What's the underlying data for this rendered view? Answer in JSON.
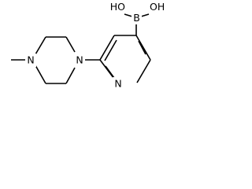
{
  "structure": {
    "labels": {
      "methyl_n": "N",
      "ring_n": "N",
      "pyridine_n": "N",
      "boron": "B",
      "hydroxyl_1": "HO",
      "hydroxyl_2": "OH"
    }
  },
  "colors": {
    "bond": "#000000",
    "background": "#ffffff"
  }
}
